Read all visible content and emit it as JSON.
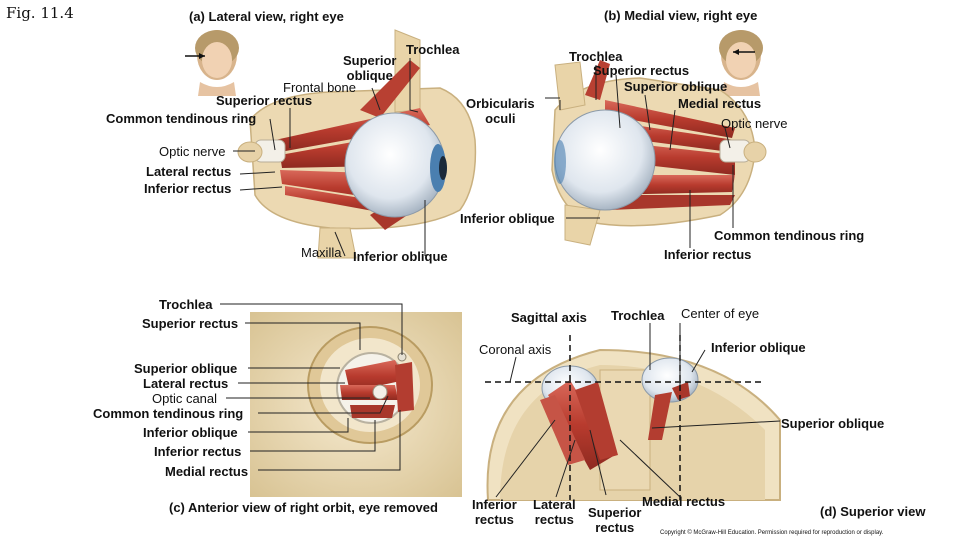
{
  "figure_label": "Fig. 11.4",
  "panel_a": {
    "title": "(a) Lateral view, right eye",
    "labels": {
      "trochlea": "Trochlea",
      "superior_oblique": "Superior\noblique",
      "frontal_bone": "Frontal bone",
      "superior_rectus": "Superior rectus",
      "common_tendinous_ring": "Common tendinous ring",
      "optic_nerve": "Optic nerve",
      "lateral_rectus": "Lateral rectus",
      "inferior_rectus": "Inferior rectus",
      "maxilla": "Maxilla",
      "inferior_oblique": "Inferior oblique"
    }
  },
  "panel_b": {
    "title": "(b) Medial view, right eye",
    "labels": {
      "trochlea": "Trochlea",
      "superior_rectus": "Superior rectus",
      "superior_oblique": "Superior oblique",
      "medial_rectus": "Medial rectus",
      "optic_nerve": "Optic nerve",
      "orbicularis_oculi": "Orbicularis\noculi",
      "inferior_oblique": "Inferior oblique",
      "common_tendinous_ring": "Common tendinous ring",
      "inferior_rectus": "Inferior rectus"
    }
  },
  "panel_c": {
    "caption": "(c) Anterior view of right orbit, eye removed",
    "labels": {
      "trochlea": "Trochlea",
      "superior_rectus": "Superior rectus",
      "superior_oblique": "Superior oblique",
      "lateral_rectus": "Lateral rectus",
      "optic_canal": "Optic canal",
      "common_tendinous_ring": "Common tendinous ring",
      "inferior_oblique": "Inferior oblique",
      "inferior_rectus": "Inferior rectus",
      "medial_rectus": "Medial rectus"
    }
  },
  "panel_d": {
    "caption": "(d) Superior view",
    "labels": {
      "sagittal_axis": "Sagittal axis",
      "trochlea": "Trochlea",
      "center_of_eye": "Center of eye",
      "coronal_axis": "Coronal axis",
      "inferior_oblique": "Inferior oblique",
      "superior_oblique": "Superior oblique",
      "inferior_rectus": "Inferior\nrectus",
      "lateral_rectus": "Lateral\nrectus",
      "superior_rectus": "Superior\nrectus",
      "medial_rectus": "Medial rectus"
    }
  },
  "copyright": "Copyright © McGraw-Hill Education. Permission required for reproduction or display.",
  "colors": {
    "muscle": "#c0483a",
    "muscle_dark": "#8e2a20",
    "bone": "#ecd9b2",
    "skull": "#f0e2c2",
    "eyeball": "#e9eef4",
    "iris": "#4a7fb0",
    "leader": "#222222"
  }
}
